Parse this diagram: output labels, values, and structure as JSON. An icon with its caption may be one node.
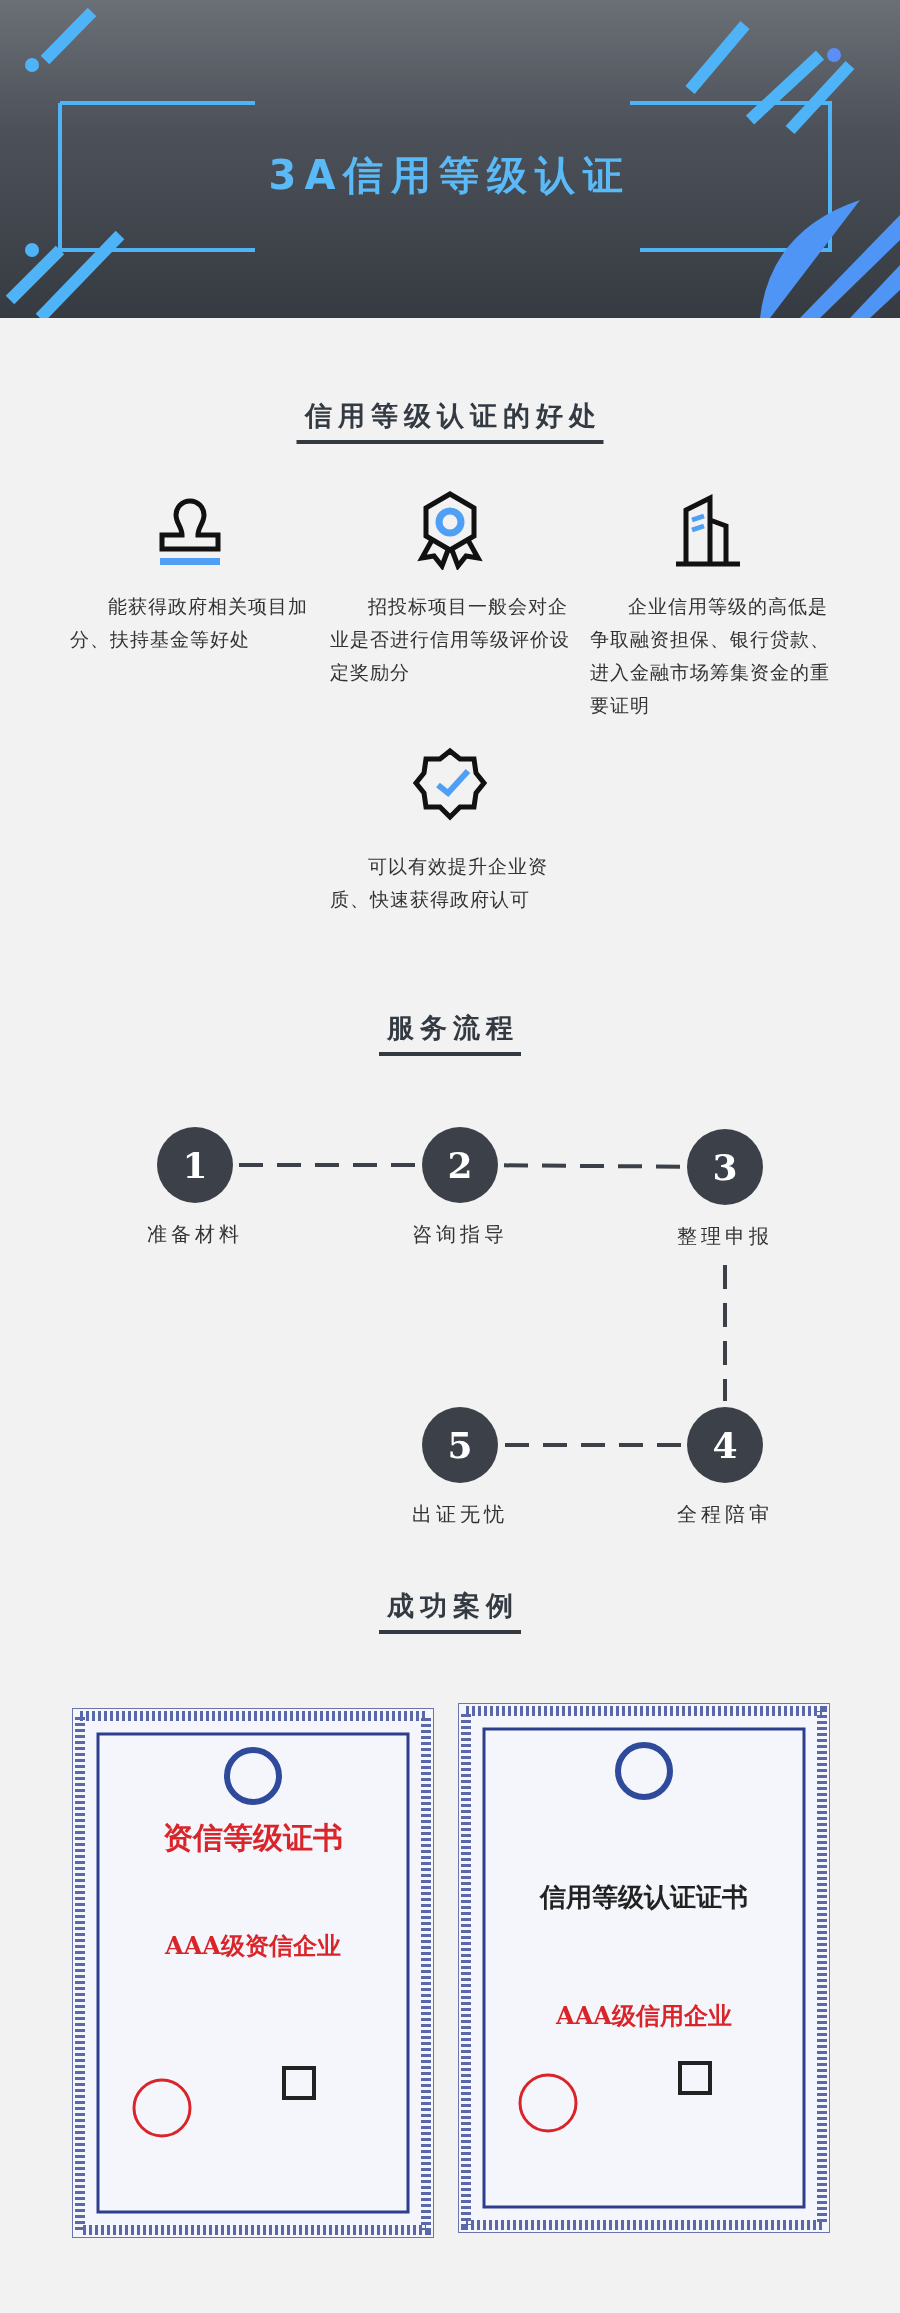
{
  "diagram": {
    "title": "3A信用等级认证",
    "nodes": [
      {
        "text": [
          "1"
        ],
        "beside": [
          "准备材料"
        ]
      },
      {
        "text": [
          "2"
        ],
        "beside": [
          "咨询指导"
        ]
      },
      {
        "text": [
          "3"
        ],
        "beside": [
          "整理申报"
        ]
      },
      {
        "text": [
          "4"
        ],
        "beside": [
          "全程陪审"
        ]
      },
      {
        "text": [
          "5"
        ],
        "beside": [
          "出证无忧"
        ]
      }
    ],
    "edges": [
      {
        "from": 0,
        "to": 1,
        "arrow": "none",
        "style": "dashed"
      },
      {
        "from": 1,
        "to": 2,
        "arrow": "none",
        "style": "dashed"
      },
      {
        "from": 2,
        "to": 3,
        "arrow": "none",
        "style": "dashed"
      },
      {
        "from": 3,
        "to": 4,
        "arrow": "none",
        "style": "dashed"
      }
    ],
    "labels": [
      "信用等级认证的好处",
      "能获得政府相关项目加分、扶持基金等好处",
      "招投标项目一般会对企业是否进行信用等级评价设定奖励分",
      "企业信用等级的高低是争取融资担保、银行贷款、进入金融市场筹集资金的重要证明",
      "可以有效提升企业资质、快速获得政府认可",
      "服务流程",
      "成功案例",
      "资信等级证书",
      "AAA级资信企业",
      "信用等级认证证书",
      "AAA级信用企业"
    ]
  }
}
